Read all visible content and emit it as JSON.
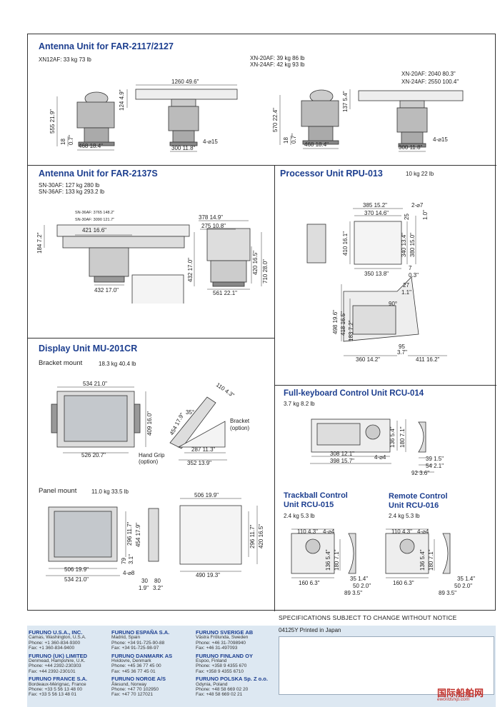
{
  "antenna_2117": {
    "title": "Antenna Unit for FAR-2117/2127",
    "weight_xn12": "XN12AF: 33 kg  73 lb",
    "weight_xn20": "XN-20AF: 39 kg  86 lb",
    "weight_xn24": "XN-24AF: 42 kg  93 lb",
    "span_xn20": "XN-20AF: 2040  80.3\"",
    "span_xn24": "XN-24AF: 2550  100.4\"",
    "dim_1260": "1260  49.6\"",
    "dim_124": "124  4.9\"",
    "dim_555": "555  21.9\"",
    "dim_18": "18",
    "dim_07": "0.7\"",
    "dim_468a": "468  18.4\"",
    "dim_300a": "300  11.8\"",
    "dim_hole_a": "4-⌀15",
    "dim_137": "137  5.4\"",
    "dim_570": "570  22.4\"",
    "dim_18b": "18",
    "dim_07b": "0.7\"",
    "dim_468b": "468  18.4\"",
    "dim_300b": "300  11.8\"",
    "dim_hole_b": "4-⌀15"
  },
  "antenna_2137": {
    "title": "Antenna Unit for FAR-2137S",
    "weight_sn30": "SN-30AF: 127 kg  280 lb",
    "weight_sn36": "SN-36AF: 133 kg  293.2 lb",
    "span_sn36": "SN-36AF: 3765  148.2\"",
    "span_sn30": "SN-30AF: 3090  121.7\"",
    "dim_421": "421  16.6\"",
    "dim_184": "184  7.2\"",
    "dim_432a": "432  17.0\"",
    "dim_378": "378  14.9\"",
    "dim_275": "275  10.8\"",
    "dim_432b": "432  17.0\"",
    "dim_420": "420  16.5\"",
    "dim_710": "710  28.0\"",
    "dim_561": "561  22.1\""
  },
  "processor": {
    "title": "Processor Unit RPU-013",
    "weight": "10 kg  22 lb",
    "dim_385": "385  15.2\"",
    "dim_370": "370  14.6\"",
    "dim_hole": "2-⌀7",
    "dim_25": "25",
    "dim_10": "1.0\"",
    "dim_410": "410  16.1\"",
    "dim_340": "340  13.4\"",
    "dim_380": "380  15.0\"",
    "dim_350": "350  13.8\"",
    "dim_7": "7",
    "dim_03": "0.3\"",
    "dim_27": "27",
    "dim_11": "1.1\"",
    "dim_90": "90°",
    "dim_498": "498  19.6\"",
    "dim_418": "418  16.5\"",
    "dim_183": "183  7.2\"",
    "dim_95": "95",
    "dim_37": "3.7\"",
    "dim_360": "360  14.2\"",
    "dim_411": "411  16.2\""
  },
  "display": {
    "title": "Display Unit MU-201CR",
    "bracket_label": "Bracket mount",
    "bracket_weight": "18.3 kg  40.4 lb",
    "dim_534a": "534  21.0\"",
    "dim_409": "409  16.0\"",
    "dim_526": "526  20.7\"",
    "hand_grip": "Hand Grip",
    "option_a": "(option)",
    "dim_454a": "454  17.9\"",
    "dim_110": "110  4.3\"",
    "dim_35": "35°",
    "bracket_text": "Bracket",
    "option_b": "(option)",
    "dim_287": "287  11.3\"",
    "dim_352": "352  13.9\"",
    "panel_label": "Panel mount",
    "panel_weight": "11.0 kg  33.5 lb",
    "dim_506a": "506  19.9\"",
    "dim_534b": "534  21.0\"",
    "dim_296a": "296  11.7\"",
    "dim_454b": "454  17.9\"",
    "dim_79": "79",
    "dim_31": "3.1\"",
    "dim_hole": "4-⌀8",
    "dim_30": "30",
    "dim_19": "1.9\"",
    "dim_80": "80",
    "dim_32": "3.2\"",
    "dim_506b": "506  19.9\"",
    "dim_296b": "296  11.7\"",
    "dim_420": "420  16.5\"",
    "dim_490": "490  19.3\""
  },
  "keyboard": {
    "title": "Full-keyboard Control Unit RCU-014",
    "weight": "3.7 kg  8.2 lb",
    "dim_136": "136  5.4\"",
    "dim_180": "180  7.1\"",
    "dim_308": "308  12.1\"",
    "dim_hole": "4-⌀4",
    "dim_398": "398  15.7\"",
    "dim_39": "39  1.5\"",
    "dim_54": "54  2.1\"",
    "dim_92": "92  3.6\""
  },
  "trackball": {
    "title_1": "Trackball Control",
    "title_2": "Unit RCU-015",
    "weight": "2.4 kg  5.3 lb",
    "dim_110": "110  4.3\"",
    "dim_hole": "4-⌀4",
    "dim_136": "136  5.4\"",
    "dim_180": "180  7.1\"",
    "dim_35": "35  1.4\"",
    "dim_50": "50  2.0\"",
    "dim_160": "160  6.3\"",
    "dim_89": "89  3.5\""
  },
  "remote": {
    "title_1": "Remote Control",
    "title_2": "Unit RCU-016",
    "weight": "2.4 kg  5.3 lb",
    "dim_110": "110  4.3\"",
    "dim_hole": "4-⌀4",
    "dim_136": "136  5.4\"",
    "dim_180": "180  7.1\"",
    "dim_35": "35  1.4\"",
    "dim_50": "50  2.0\"",
    "dim_160": "160  6.3\"",
    "dim_89": "89  3.5\""
  },
  "notice": "SPECIFICATIONS SUBJECT TO CHANGE WITHOUT NOTICE",
  "printed": "04125Y Printed in Japan",
  "offices": [
    {
      "name": "FURUNO U.S.A., INC.",
      "l1": "Camas, Washington, U.S.A.",
      "l2": "Phone: +1 360-834-9300",
      "l3": "Fax: +1 360-834-9400"
    },
    {
      "name": "FURUNO (UK) LIMITED",
      "l1": "Denmead, Hampshire, U.K.",
      "l2": "Phone: +44 2392-230303",
      "l3": "Fax: +44 2392-230101"
    },
    {
      "name": "FURUNO FRANCE S.A.",
      "l1": "Bordeaux-Mérignac, France",
      "l2": "Phone: +33 5 56 13 48 00",
      "l3": "Fax: +33 5 56 13 48 01"
    },
    {
      "name": "FURUNO ESPAÑA S.A.",
      "l1": "Madrid, Spain",
      "l2": "Phone: +34 91-725-90-88",
      "l3": "Fax: +34 91-725-98-97"
    },
    {
      "name": "FURUNO DANMARK AS",
      "l1": "Hvidovre, Denmark",
      "l2": "Phone: +45 36 77 45 00",
      "l3": "Fax: +45 36 77 45 01"
    },
    {
      "name": "FURUNO NORGE A/S",
      "l1": "Ålesund, Norway",
      "l2": "Phone: +47 70 102950",
      "l3": "Fax: +47 70 127021"
    },
    {
      "name": "FURUNO SVERIGE AB",
      "l1": "Västra Frölunda, Sweden",
      "l2": "Phone: +46 31-7098940",
      "l3": "Fax: +46 31-497093"
    },
    {
      "name": "FURUNO FINLAND OY",
      "l1": "Espoo, Finland",
      "l2": "Phone: +358 9 4355 670",
      "l3": "Fax: +358 9 4355 6710"
    },
    {
      "name": "FURUNO POLSKA Sp. Z o.o.",
      "l1": "Gdynia, Poland",
      "l2": "Phone: +48 58 669 02 20",
      "l3": "Fax: +48 58 669 02 21"
    }
  ],
  "watermark_cn": "国际船舶网",
  "watermark_url": "eworldship.com"
}
